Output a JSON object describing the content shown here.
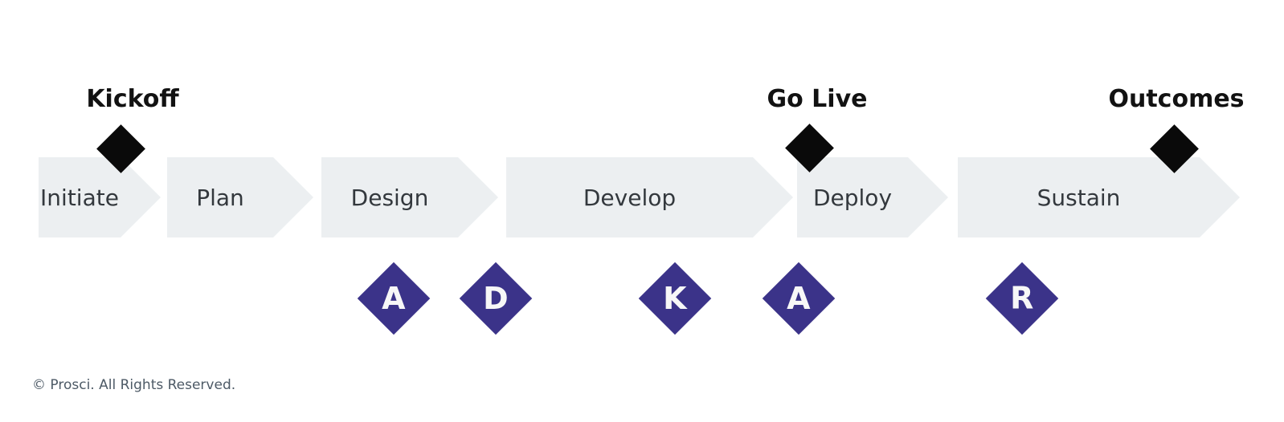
{
  "colors": {
    "phase_fill": "#eceff1",
    "phase_text": "#33383d",
    "milestone_fill": "#0a0a0a",
    "milestone_text": "#121212",
    "adkar_fill": "#3b3389",
    "adkar_text": "#f7f7f7",
    "copyright_text": "#4d5a66"
  },
  "phases": [
    {
      "label": "Initiate"
    },
    {
      "label": "Plan"
    },
    {
      "label": "Design"
    },
    {
      "label": "Develop"
    },
    {
      "label": "Deploy"
    },
    {
      "label": "Sustain"
    }
  ],
  "milestones": [
    {
      "label": "Kickoff"
    },
    {
      "label": "Go Live"
    },
    {
      "label": "Outcomes"
    }
  ],
  "adkar": [
    {
      "letter": "A"
    },
    {
      "letter": "D"
    },
    {
      "letter": "K"
    },
    {
      "letter": "A"
    },
    {
      "letter": "R"
    }
  ],
  "footer": {
    "copyright": "© Prosci. All Rights Reserved."
  }
}
